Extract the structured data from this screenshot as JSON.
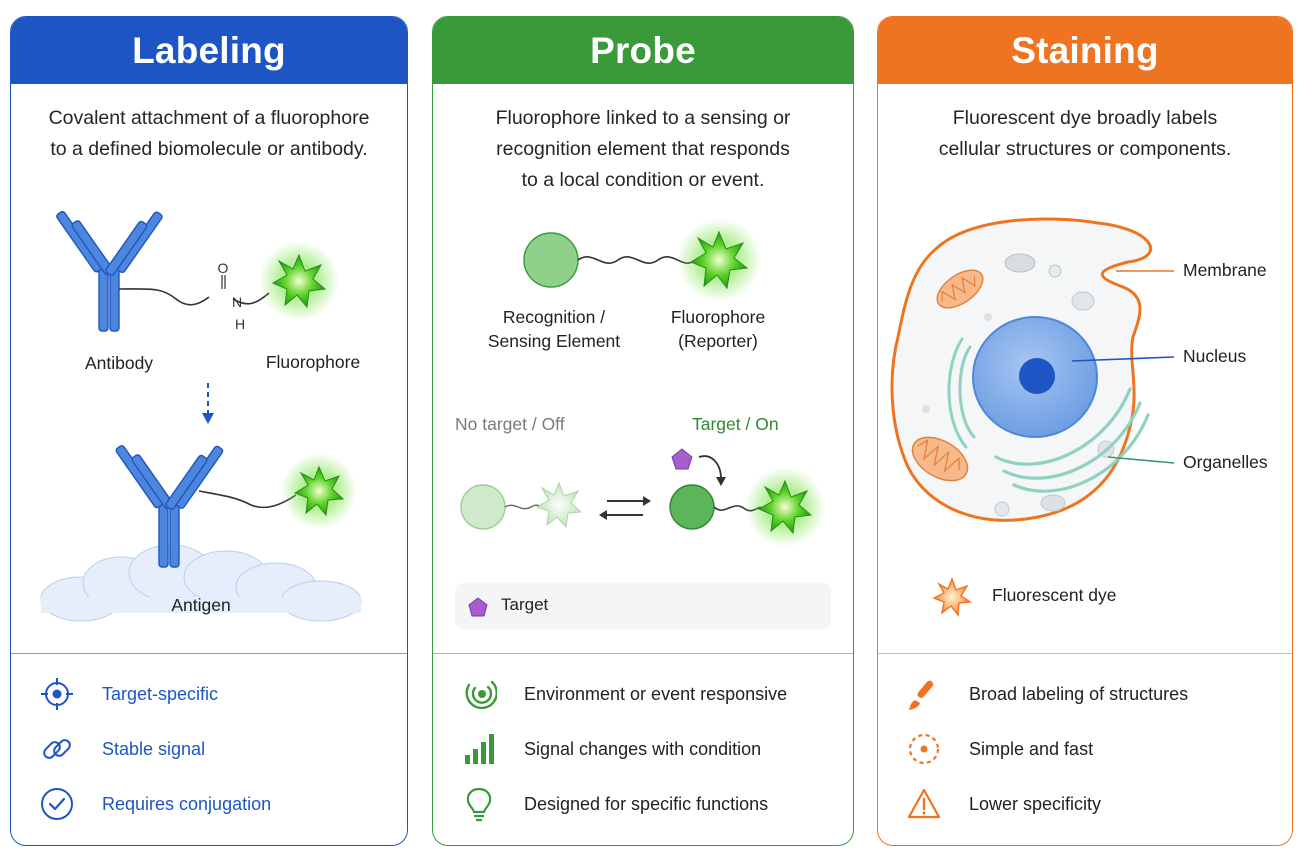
{
  "panels": {
    "labeling": {
      "title": "Labeling",
      "color": "#1d56c4",
      "description": [
        "Covalent attachment of a fluorophore",
        "to a defined biomolecule or antibody."
      ],
      "labels": {
        "antibody": "Antibody",
        "fluorophore": "Fluorophore",
        "antigen": "Antigen",
        "atom_o": "O",
        "atom_n": "N",
        "atom_h": "H"
      },
      "features": [
        {
          "icon": "target-icon",
          "label": "Target-specific"
        },
        {
          "icon": "link-icon",
          "label": "Stable signal"
        },
        {
          "icon": "check-circle-icon",
          "label": "Requires conjugation"
        }
      ]
    },
    "probe": {
      "title": "Probe",
      "color": "#3a9a3a",
      "description": [
        "Fluorophore linked to a sensing or",
        "recognition element that responds",
        "to a local condition or event."
      ],
      "labels": {
        "recognition": [
          "Recognition /",
          "Sensing Element"
        ],
        "fluorophore": [
          "Fluorophore",
          "(Reporter)"
        ],
        "off_state": "No target / Off",
        "on_state": "Target / On",
        "legend": "Target"
      },
      "features": [
        {
          "icon": "signal-waves-icon",
          "label": "Environment or event responsive"
        },
        {
          "icon": "bar-chart-icon",
          "label": "Signal changes with condition"
        },
        {
          "icon": "lightbulb-icon",
          "label": "Designed for specific functions"
        }
      ]
    },
    "staining": {
      "title": "Staining",
      "color": "#ef7422",
      "description": [
        "Fluorescent dye broadly labels",
        "cellular structures or components."
      ],
      "labels": {
        "membrane": "Membrane",
        "nucleus": "Nucleus",
        "organelles": "Organelles",
        "legend": "Fluorescent dye"
      },
      "features": [
        {
          "icon": "paintbrush-icon",
          "label": "Broad labeling of structures"
        },
        {
          "icon": "dotted-circle-icon",
          "label": "Simple and fast"
        },
        {
          "icon": "warning-icon",
          "label": "Lower specificity"
        }
      ]
    }
  }
}
